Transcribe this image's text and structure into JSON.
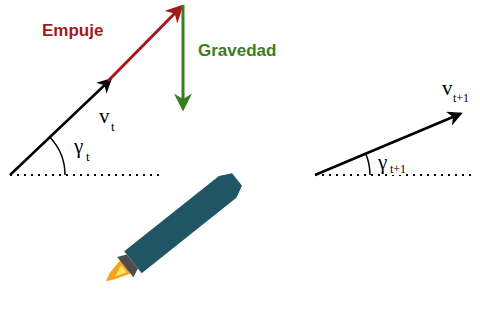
{
  "diagram": {
    "labels": [
      "Empuje",
      "Gravedad",
      "v",
      "t",
      "γ",
      "t",
      "v",
      "t+1",
      "γ",
      "t+1"
    ]
  }
}
